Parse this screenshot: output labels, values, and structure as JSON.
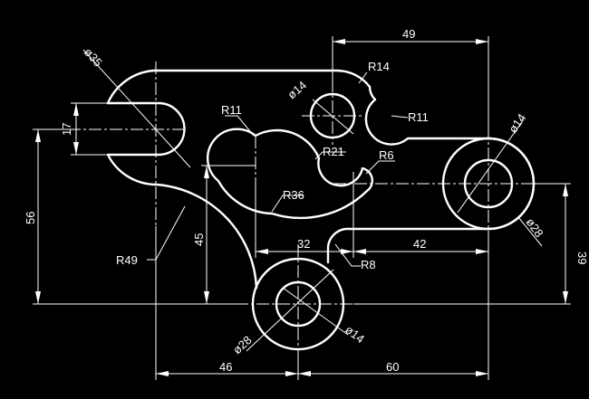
{
  "colors": {
    "background": "#000000",
    "lines": "#ffffff"
  },
  "dims": {
    "d49": "49",
    "r14": "R14",
    "dia14_upper": "ø14",
    "r11_right": "R11",
    "dia14_right": "ø14",
    "dia35": "ø35",
    "d17": "17",
    "r11_left": "R11",
    "r21": "R21",
    "r6": "R6",
    "r36": "R36",
    "d56": "56",
    "d45": "45",
    "r49": "R49",
    "d32": "32",
    "d42": "42",
    "r8": "R8",
    "dia28_right": "ø28",
    "d39": "39",
    "dia28_bottom": "ø28",
    "dia14_bottom": "ø14",
    "d46": "46",
    "d60": "60"
  }
}
